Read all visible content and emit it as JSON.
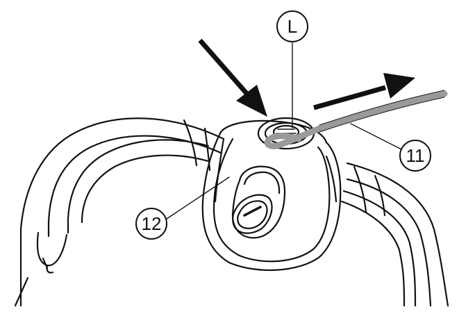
{
  "callouts": {
    "lock": {
      "label": "L"
    },
    "cable": {
      "label": "11"
    },
    "handle": {
      "label": "12"
    }
  },
  "colors": {
    "line": "#111111",
    "cable": "#9a9a9a",
    "background": "#ffffff"
  },
  "icons": {
    "push_arrow": "arrow-down-right-icon",
    "pull_arrow": "arrow-up-right-icon"
  }
}
